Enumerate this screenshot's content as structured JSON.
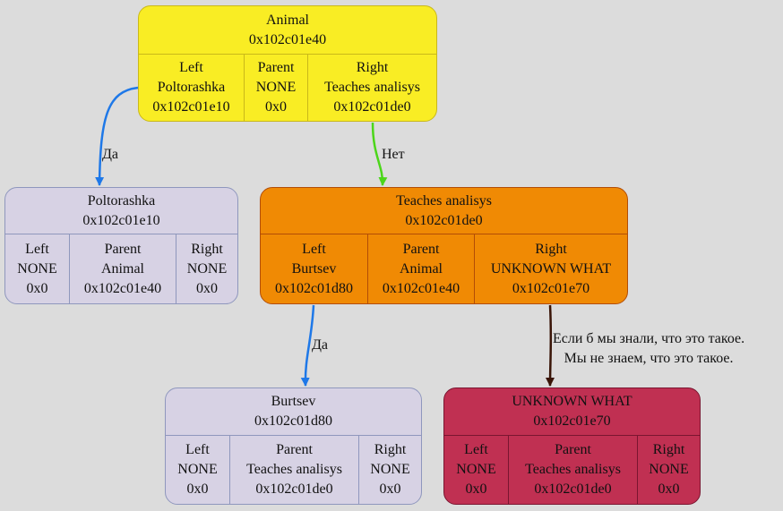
{
  "colors": {
    "background": "#dcdcdc",
    "node_yellow": "#f9ed24",
    "node_yellow_border": "#c9b81a",
    "node_lavender": "#d7d2e4",
    "node_lavender_border": "#8f97bd",
    "node_orange": "#f08a04",
    "node_orange_border": "#b24d06",
    "node_crimson": "#c03052",
    "node_crimson_border": "#7a1530",
    "edge_blue": "#1e78e8",
    "edge_green": "#4cd61a",
    "edge_brown": "#3a1508"
  },
  "nodes": {
    "animal": {
      "name": "Animal",
      "address": "0x102c01e40",
      "fields": [
        {
          "label": "Left",
          "value": "Poltorashka",
          "address": "0x102c01e10"
        },
        {
          "label": "Parent",
          "value": "NONE",
          "address": "0x0"
        },
        {
          "label": "Right",
          "value": "Teaches analisys",
          "address": "0x102c01de0"
        }
      ]
    },
    "poltorashka": {
      "name": "Poltorashka",
      "address": "0x102c01e10",
      "fields": [
        {
          "label": "Left",
          "value": "NONE",
          "address": "0x0"
        },
        {
          "label": "Parent",
          "value": "Animal",
          "address": "0x102c01e40"
        },
        {
          "label": "Right",
          "value": "NONE",
          "address": "0x0"
        }
      ]
    },
    "teaches": {
      "name": "Teaches analisys",
      "address": "0x102c01de0",
      "fields": [
        {
          "label": "Left",
          "value": "Burtsev",
          "address": "0x102c01d80"
        },
        {
          "label": "Parent",
          "value": "Animal",
          "address": "0x102c01e40"
        },
        {
          "label": "Right",
          "value": "UNKNOWN WHAT",
          "address": "0x102c01e70"
        }
      ]
    },
    "burtsev": {
      "name": "Burtsev",
      "address": "0x102c01d80",
      "fields": [
        {
          "label": "Left",
          "value": "NONE",
          "address": "0x0"
        },
        {
          "label": "Parent",
          "value": "Teaches analisys",
          "address": "0x102c01de0"
        },
        {
          "label": "Right",
          "value": "NONE",
          "address": "0x0"
        }
      ]
    },
    "unknown": {
      "name": "UNKNOWN WHAT",
      "address": "0x102c01e70",
      "fields": [
        {
          "label": "Left",
          "value": "NONE",
          "address": "0x0"
        },
        {
          "label": "Parent",
          "value": "Teaches analisys",
          "address": "0x102c01de0"
        },
        {
          "label": "Right",
          "value": "NONE",
          "address": "0x0"
        }
      ]
    }
  },
  "edges": {
    "animal_poltorashka": "Да",
    "animal_teaches": "Нет",
    "teaches_burtsev": "Да",
    "teaches_unknown_line1": "Если б мы знали, что это такое.",
    "teaches_unknown_line2": "Мы не знаем, что это такое."
  }
}
